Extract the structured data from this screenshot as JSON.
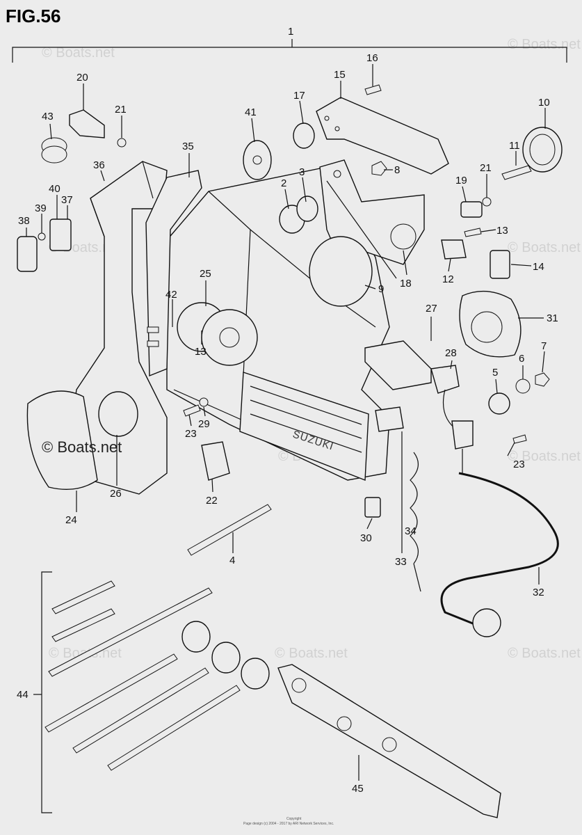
{
  "figure": {
    "title": "FIG.56",
    "brand_label": "SUZUKI",
    "watermark": "© Boats.net",
    "copyright_lines": [
      "Copyright",
      "Page design (c) 2004 - 2017 by ARI Network Services, Inc."
    ]
  },
  "callouts": [
    {
      "id": "c1",
      "label": "1"
    },
    {
      "id": "c2",
      "label": "2"
    },
    {
      "id": "c3",
      "label": "3"
    },
    {
      "id": "c4",
      "label": "4"
    },
    {
      "id": "c5",
      "label": "5"
    },
    {
      "id": "c6",
      "label": "6"
    },
    {
      "id": "c7",
      "label": "7"
    },
    {
      "id": "c8",
      "label": "8"
    },
    {
      "id": "c9",
      "label": "9"
    },
    {
      "id": "c10",
      "label": "10"
    },
    {
      "id": "c11",
      "label": "11"
    },
    {
      "id": "c12",
      "label": "12"
    },
    {
      "id": "c13a",
      "label": "13"
    },
    {
      "id": "c13b",
      "label": "13"
    },
    {
      "id": "c14",
      "label": "14"
    },
    {
      "id": "c15",
      "label": "15"
    },
    {
      "id": "c16",
      "label": "16"
    },
    {
      "id": "c17",
      "label": "17"
    },
    {
      "id": "c18",
      "label": "18"
    },
    {
      "id": "c19",
      "label": "19"
    },
    {
      "id": "c20",
      "label": "20"
    },
    {
      "id": "c21a",
      "label": "21"
    },
    {
      "id": "c21b",
      "label": "21"
    },
    {
      "id": "c22",
      "label": "22"
    },
    {
      "id": "c23a",
      "label": "23"
    },
    {
      "id": "c23b",
      "label": "23"
    },
    {
      "id": "c24",
      "label": "24"
    },
    {
      "id": "c25",
      "label": "25"
    },
    {
      "id": "c26",
      "label": "26"
    },
    {
      "id": "c27",
      "label": "27"
    },
    {
      "id": "c28",
      "label": "28"
    },
    {
      "id": "c29",
      "label": "29"
    },
    {
      "id": "c30",
      "label": "30"
    },
    {
      "id": "c31",
      "label": "31"
    },
    {
      "id": "c32",
      "label": "32"
    },
    {
      "id": "c33",
      "label": "33"
    },
    {
      "id": "c34",
      "label": "34"
    },
    {
      "id": "c35",
      "label": "35"
    },
    {
      "id": "c36",
      "label": "36"
    },
    {
      "id": "c37",
      "label": "37"
    },
    {
      "id": "c38",
      "label": "38"
    },
    {
      "id": "c39",
      "label": "39"
    },
    {
      "id": "c40",
      "label": "40"
    },
    {
      "id": "c41",
      "label": "41"
    },
    {
      "id": "c42",
      "label": "42"
    },
    {
      "id": "c43",
      "label": "43"
    },
    {
      "id": "c44",
      "label": "44"
    },
    {
      "id": "c45",
      "label": "45"
    }
  ]
}
